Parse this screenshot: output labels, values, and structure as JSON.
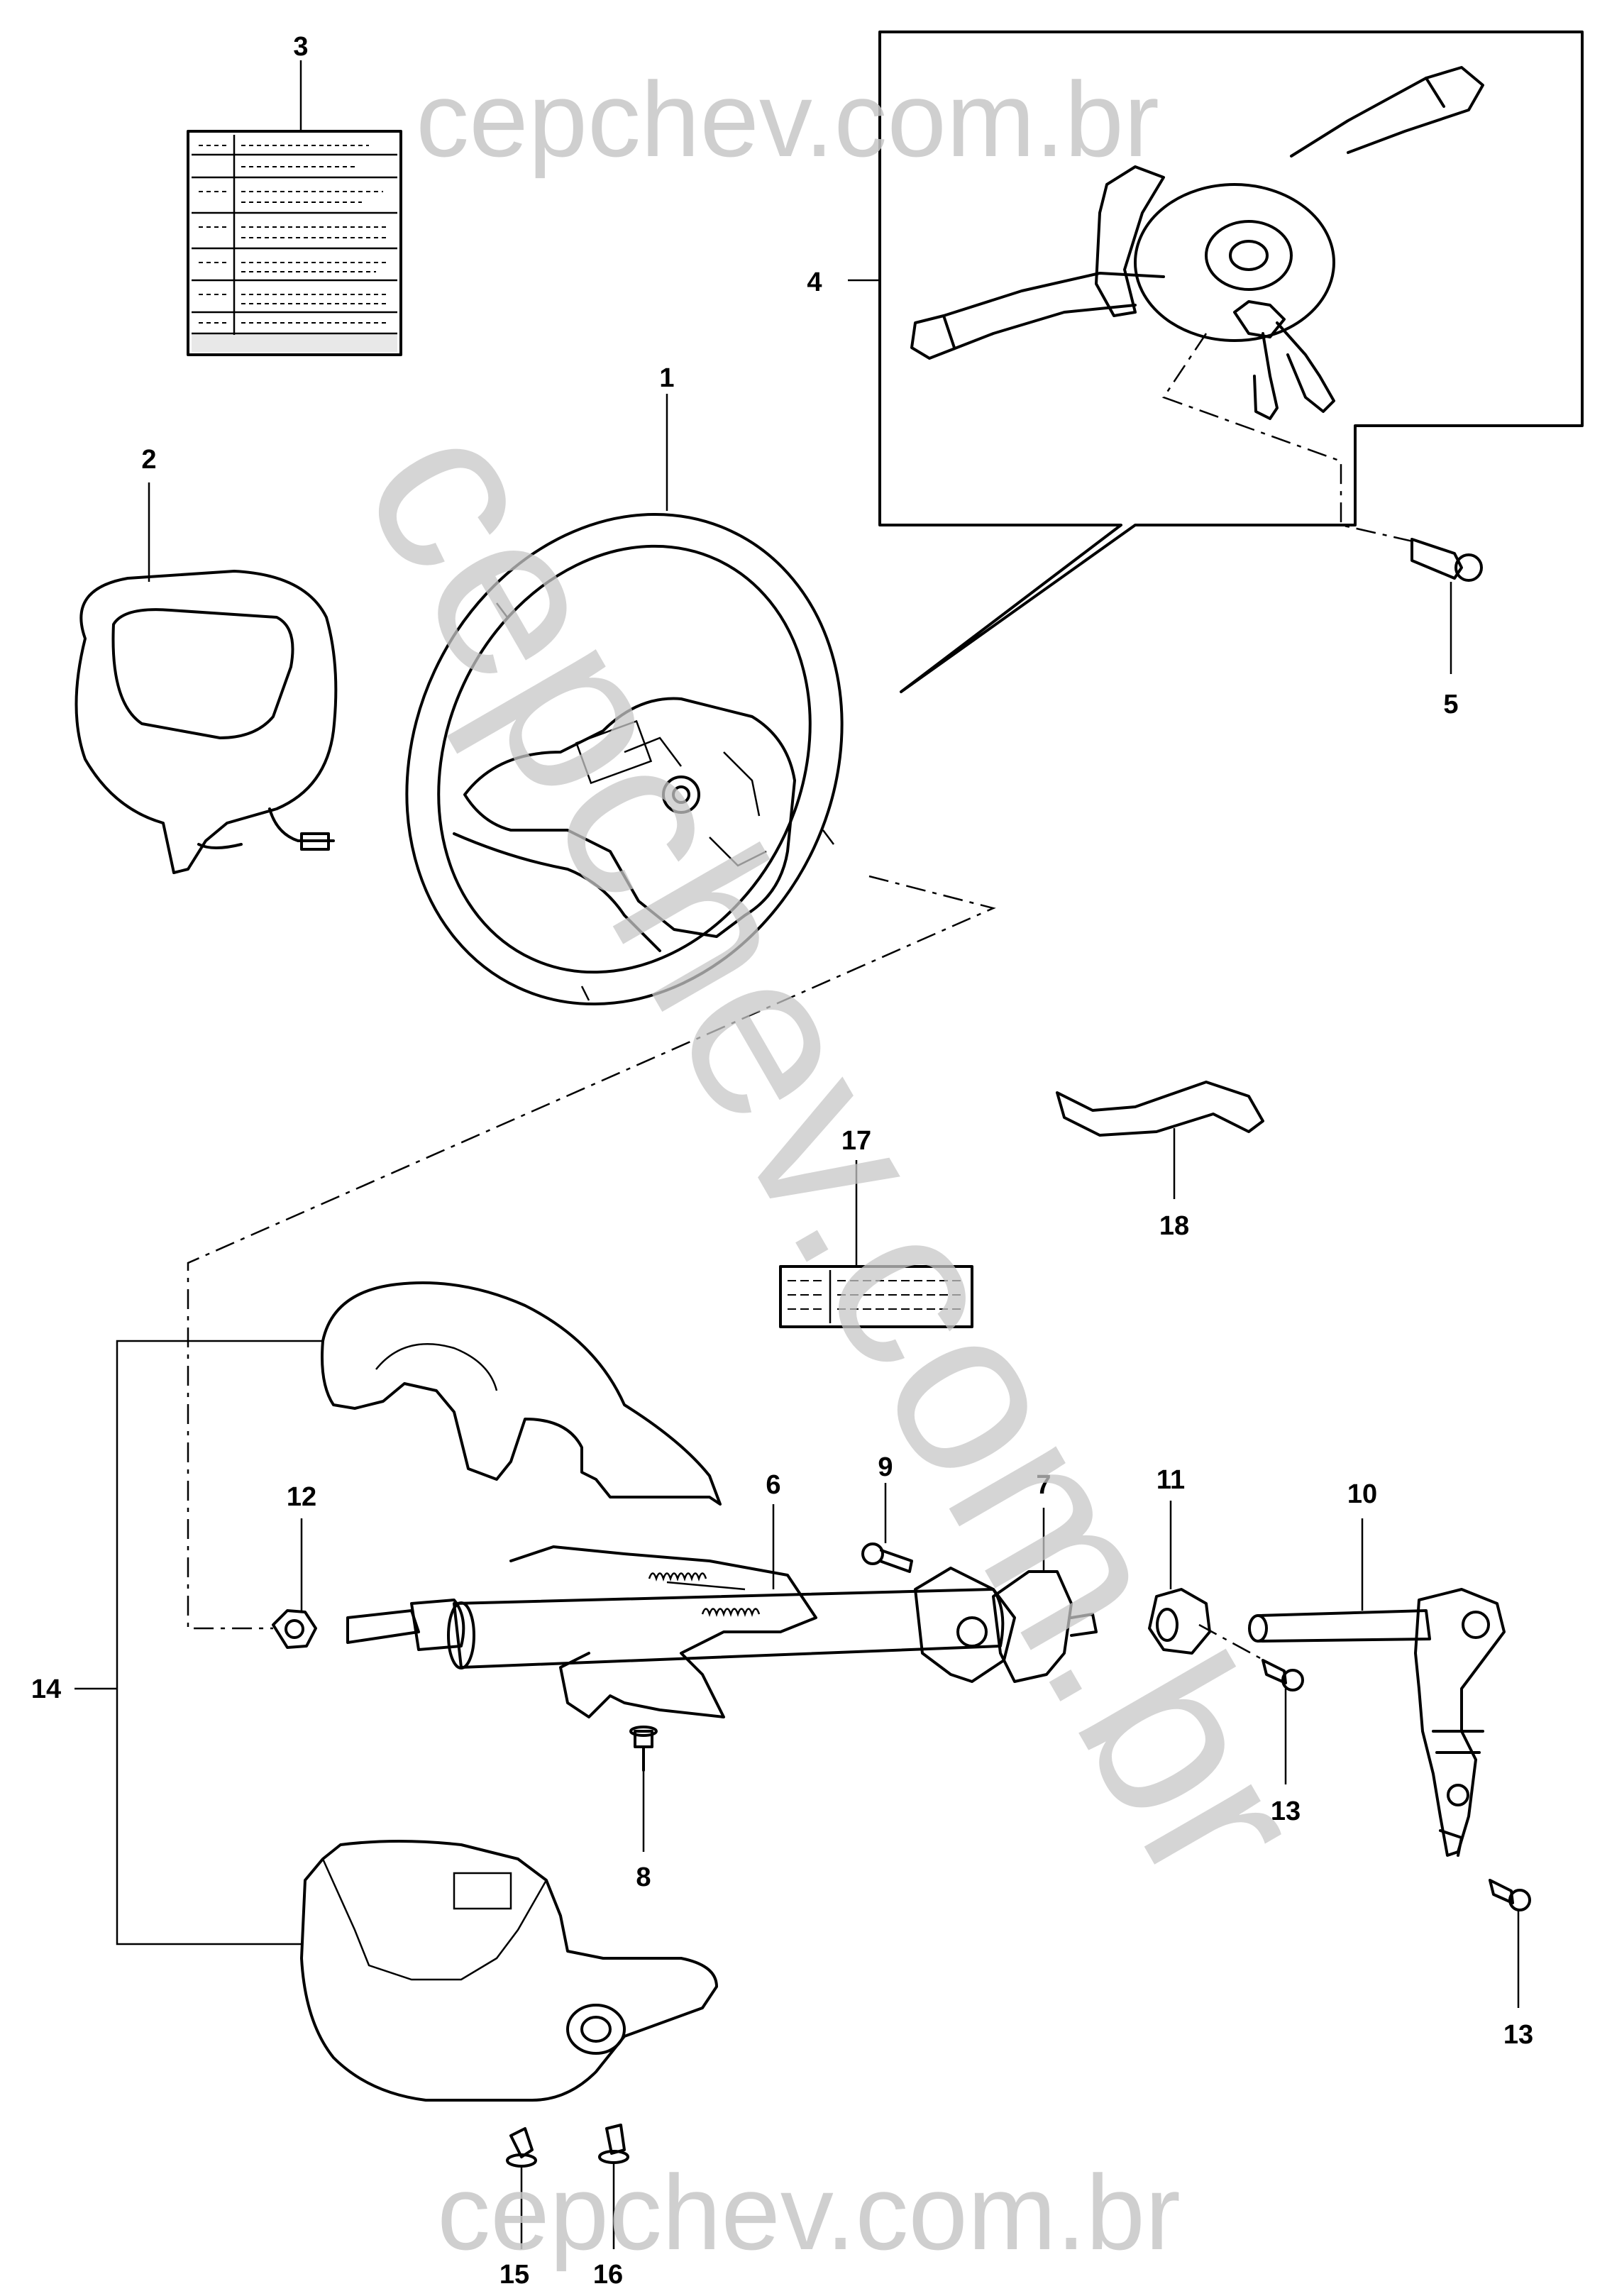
{
  "watermark": {
    "top": "cepchev.com.br",
    "bottom": "cepchev.com.br",
    "diagonal": "cepchev.com.br"
  },
  "callouts": {
    "c1": "1",
    "c2": "2",
    "c3": "3",
    "c4": "4",
    "c5": "5",
    "c6": "6",
    "c7": "7",
    "c8": "8",
    "c9": "9",
    "c10": "10",
    "c11": "11",
    "c12": "12",
    "c13a": "13",
    "c13b": "13",
    "c14": "14",
    "c15": "15",
    "c16": "16",
    "c17": "17",
    "c18": "18"
  }
}
